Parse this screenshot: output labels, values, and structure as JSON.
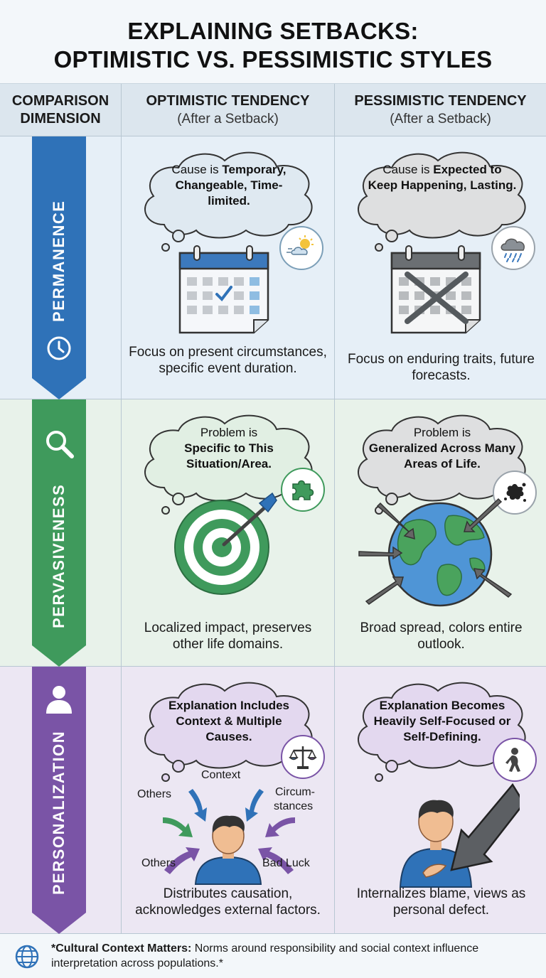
{
  "title": {
    "line1": "EXPLAINING SETBACKS:",
    "line2": "OPTIMISTIC VS. PESSIMISTIC STYLES"
  },
  "header": {
    "col0_line1": "COMPARISON",
    "col0_line2": "DIMENSION",
    "col1_main": "OPTIMISTIC TENDENCY",
    "col1_sub": "(After a Setback)",
    "col2_main": "PESSIMISTIC TENDENCY",
    "col2_sub": "(After a Setback)"
  },
  "colors": {
    "permanence": "#2f72b8",
    "pervasiveness": "#3f9a5c",
    "personalization": "#7a54a6"
  },
  "sections": {
    "permanence": {
      "label": "PERMANENCE",
      "icon": "clock-icon",
      "optimistic": {
        "cloud_plain": "Cause is ",
        "cloud_bold": "Temporary, Changeable, Time-limited.",
        "badge_icon": "sun-cloud-icon",
        "illustration": "calendar-check-icon",
        "caption": "Focus on present circumstances, specific event duration."
      },
      "pessimistic": {
        "cloud_plain": "Cause is ",
        "cloud_bold": "Expected to Keep Happening, Lasting.",
        "badge_icon": "rain-cloud-icon",
        "illustration": "calendar-cross-icon",
        "caption": "Focus on enduring traits, future forecasts."
      }
    },
    "pervasiveness": {
      "label": "PERVASIVENESS",
      "icon": "magnifier-icon",
      "optimistic": {
        "cloud_plain": "Problem is",
        "cloud_bold": "Specific to This Situation/Area.",
        "badge_icon": "puzzle-piece-icon",
        "illustration": "target-arrow-icon",
        "caption": "Localized impact, preserves other life domains."
      },
      "pessimistic": {
        "cloud_plain": "Problem is",
        "cloud_bold": "Generalized Across Many Areas of Life.",
        "badge_icon": "ink-splat-icon",
        "illustration": "globe-arrows-icon",
        "caption": "Broad spread, colors entire outlook."
      }
    },
    "personalization": {
      "label": "PERSONALIZATION",
      "icon": "person-icon",
      "optimistic": {
        "cloud_bold": "Explanation Includes Context & Multiple Causes.",
        "badge_icon": "balance-scale-icon",
        "illustration": "person-multiple-causes-icon",
        "labels": {
          "context": "Context",
          "others_top": "Others",
          "circumstances_1": "Circum-",
          "circumstances_2": "stances",
          "others_bottom": "Others",
          "bad_luck": "Bad Luck"
        },
        "caption": "Distributes causation, acknowledges external factors."
      },
      "pessimistic": {
        "cloud_bold": "Explanation Becomes Heavily Self-Focused or Self-Defining.",
        "badge_icon": "sad-walking-person-icon",
        "illustration": "person-self-blame-icon",
        "caption": "Internalizes blame, views as personal defect."
      }
    }
  },
  "footer": {
    "icon": "globe-icon",
    "bold": "*Cultural Context Matters:",
    "text": " Norms around responsibility and social context influence interpretation across populations.*"
  }
}
